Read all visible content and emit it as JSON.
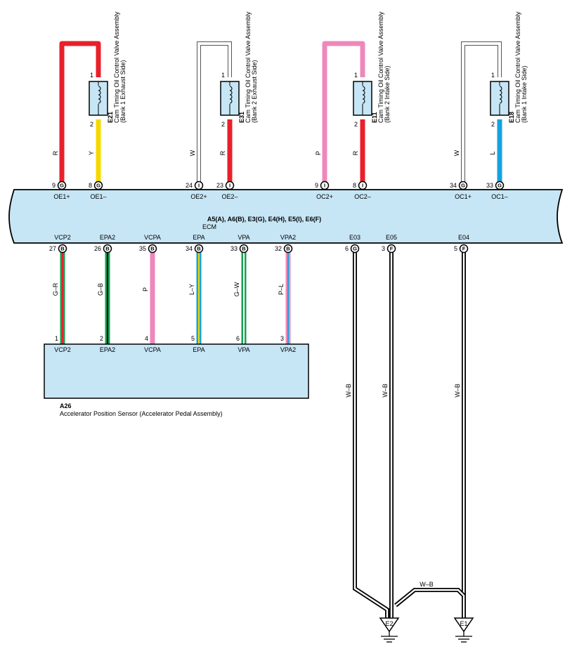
{
  "ecm": {
    "connectors": "A5(A), A6(B), E3(G), E4(H), E5(I), E6(F)",
    "name": "ECM"
  },
  "valves": [
    {
      "code": "E21",
      "title": "Cam Timing Oil Control Valve Assembly",
      "side": "(Bank 1 Exhaust Side)",
      "pin1": "1",
      "pin2": "2",
      "plus": {
        "pin": "9",
        "conn": "G",
        "label": "OE1+",
        "color": "R",
        "hex": "#e8202a"
      },
      "minus": {
        "pin": "8",
        "conn": "G",
        "label": "OE1–",
        "color": "Y",
        "hex": "#f6d800"
      }
    },
    {
      "code": "E31",
      "title": "Cam Timing Oil Control Valve Assembly",
      "side": "(Bank 2 Exhaust Side)",
      "pin1": "1",
      "pin2": "2",
      "plus": {
        "pin": "24",
        "conn": "I",
        "label": "OE2+",
        "color": "W",
        "hex": "#ffffff"
      },
      "minus": {
        "pin": "23",
        "conn": "I",
        "label": "OE2–",
        "color": "R",
        "hex": "#e8202a"
      }
    },
    {
      "code": "E11",
      "title": "Cam Timing Oil Control Valve Assembly",
      "side": "(Bank 2 Intake Side)",
      "pin1": "1",
      "pin2": "2",
      "plus": {
        "pin": "9",
        "conn": "I",
        "label": "OC2+",
        "color": "P",
        "hex": "#ee88bb"
      },
      "minus": {
        "pin": "8",
        "conn": "I",
        "label": "OC2–",
        "color": "R",
        "hex": "#e8202a"
      }
    },
    {
      "code": "E18",
      "title": "Cam Timing Oil Control Valve Assembly",
      "side": "(Bank 1 Intake Side)",
      "pin1": "1",
      "pin2": "2",
      "plus": {
        "pin": "34",
        "conn": "G",
        "label": "OC1+",
        "color": "W",
        "hex": "#ffffff"
      },
      "minus": {
        "pin": "33",
        "conn": "G",
        "label": "OC1–",
        "color": "L",
        "hex": "#15a3e0"
      }
    }
  ],
  "sensor_wires": [
    {
      "ecm_label": "VCP2",
      "ecm_pin": "27",
      "conn": "B",
      "color": "G–R",
      "hex": "#17a050",
      "stripe": "#e8202a",
      "sensor_pin": "1",
      "sensor_label": "VCP2"
    },
    {
      "ecm_label": "EPA2",
      "ecm_pin": "26",
      "conn": "B",
      "color": "G–B",
      "hex": "#17a050",
      "stripe": "#111111",
      "sensor_pin": "2",
      "sensor_label": "EPA2"
    },
    {
      "ecm_label": "VCPA",
      "ecm_pin": "35",
      "conn": "B",
      "color": "P",
      "hex": "#ee88bb",
      "stripe": "",
      "sensor_pin": "4",
      "sensor_label": "VCPA"
    },
    {
      "ecm_label": "EPA",
      "ecm_pin": "34",
      "conn": "B",
      "color": "L–Y",
      "hex": "#15a3e0",
      "stripe": "#f6d800",
      "sensor_pin": "5",
      "sensor_label": "EPA"
    },
    {
      "ecm_label": "VPA",
      "ecm_pin": "33",
      "conn": "B",
      "color": "G–W",
      "hex": "#17a050",
      "stripe": "#ffffff",
      "sensor_pin": "6",
      "sensor_label": "VPA"
    },
    {
      "ecm_label": "VPA2",
      "ecm_pin": "32",
      "conn": "B",
      "color": "P–L",
      "hex": "#ee88bb",
      "stripe": "#15a3e0",
      "sensor_pin": "3",
      "sensor_label": "VPA2"
    }
  ],
  "ground_wires": [
    {
      "ecm_label": "E03",
      "ecm_pin": "6",
      "conn": "G",
      "color": "W–B"
    },
    {
      "ecm_label": "E05",
      "ecm_pin": "3",
      "conn": "F",
      "color": "W–B"
    },
    {
      "ecm_label": "E04",
      "ecm_pin": "5",
      "conn": "F",
      "color": "W–B"
    }
  ],
  "cross_wire_color": "W–B",
  "grounds": [
    "E2",
    "E1"
  ],
  "sensor": {
    "code": "A26",
    "name": "Accelerator Position Sensor (Accelerator Pedal Assembly)"
  },
  "colors": {
    "ecm_fill": "#c6e6f6",
    "white_wire": "#ffffff",
    "wb_wire": "#ffffff"
  }
}
